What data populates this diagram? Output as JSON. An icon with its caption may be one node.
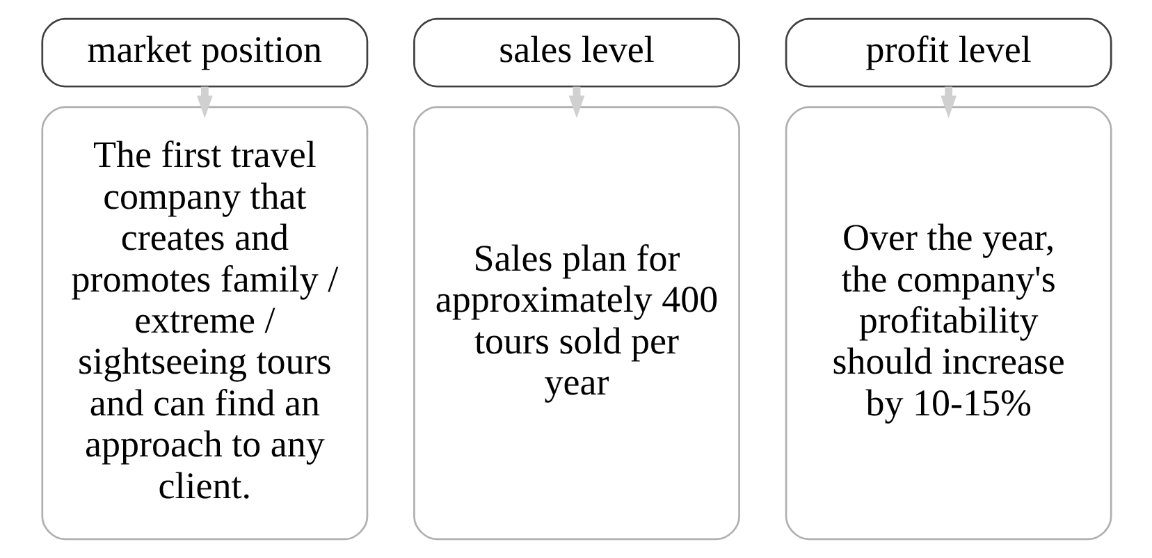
{
  "diagram": {
    "nodes": [
      {
        "text": [
          "market position"
        ]
      },
      {
        "text": [
          "sales level"
        ]
      },
      {
        "text": [
          "profit level"
        ]
      },
      {
        "text": [
          "The first travel company that creates and promotes family / extreme / sightseeing tours and can find an approach to any client."
        ]
      },
      {
        "text": [
          "Sales plan for approximately 400 tours sold per year"
        ]
      },
      {
        "text": [
          "Over the year, the company's profitability should increase by 10-15%"
        ]
      }
    ],
    "edges": [
      {
        "from": 0,
        "to": 3,
        "arrow": "to",
        "color": "#d0d0d0"
      },
      {
        "from": 1,
        "to": 4,
        "arrow": "to",
        "color": "#d0d0d0"
      },
      {
        "from": 2,
        "to": 5,
        "arrow": "to",
        "color": "#d0d0d0"
      }
    ]
  }
}
